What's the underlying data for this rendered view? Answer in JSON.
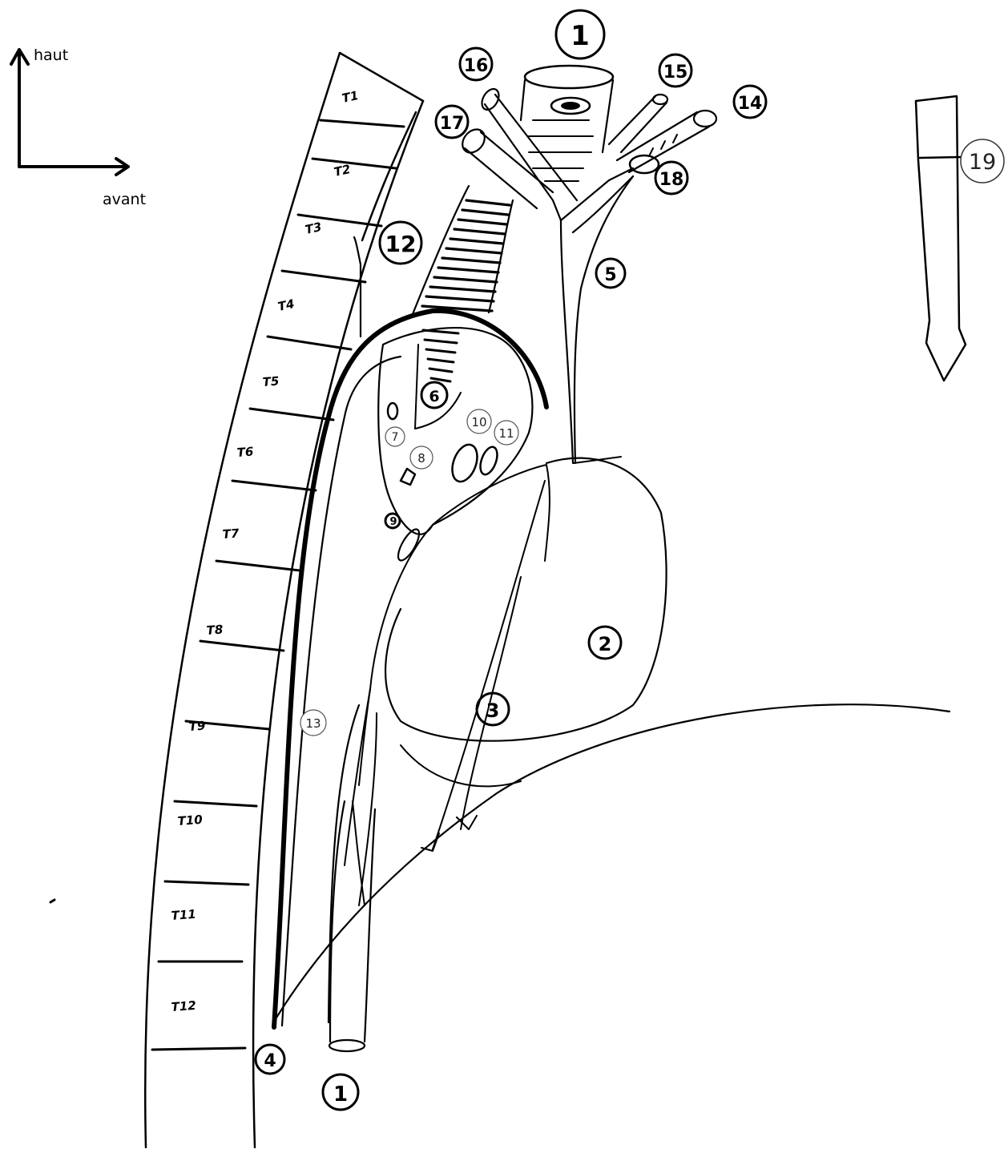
{
  "axes": {
    "up_label": "haut",
    "forward_label": "avant"
  },
  "vertebrae": [
    "T1",
    "T2",
    "T3",
    "T4",
    "T5",
    "T6",
    "T7",
    "T8",
    "T9",
    "T10",
    "T11",
    "T12"
  ],
  "markers": [
    {
      "id": "1",
      "text": "1"
    },
    {
      "id": "2",
      "text": "2"
    },
    {
      "id": "3",
      "text": "3"
    },
    {
      "id": "4",
      "text": "4"
    },
    {
      "id": "5",
      "text": "5"
    },
    {
      "id": "6",
      "text": "6"
    },
    {
      "id": "7",
      "text": "7"
    },
    {
      "id": "8",
      "text": "8"
    },
    {
      "id": "9",
      "text": "9"
    },
    {
      "id": "10",
      "text": "10"
    },
    {
      "id": "11",
      "text": "11"
    },
    {
      "id": "12",
      "text": "12"
    },
    {
      "id": "13",
      "text": "13"
    },
    {
      "id": "14",
      "text": "14"
    },
    {
      "id": "15",
      "text": "15"
    },
    {
      "id": "16",
      "text": "16"
    },
    {
      "id": "17",
      "text": "17"
    },
    {
      "id": "18",
      "text": "18"
    },
    {
      "id": "19",
      "text": "19"
    },
    {
      "id": "top",
      "text": "1"
    }
  ],
  "colors": {
    "ink": "#000000",
    "background": "#ffffff"
  }
}
